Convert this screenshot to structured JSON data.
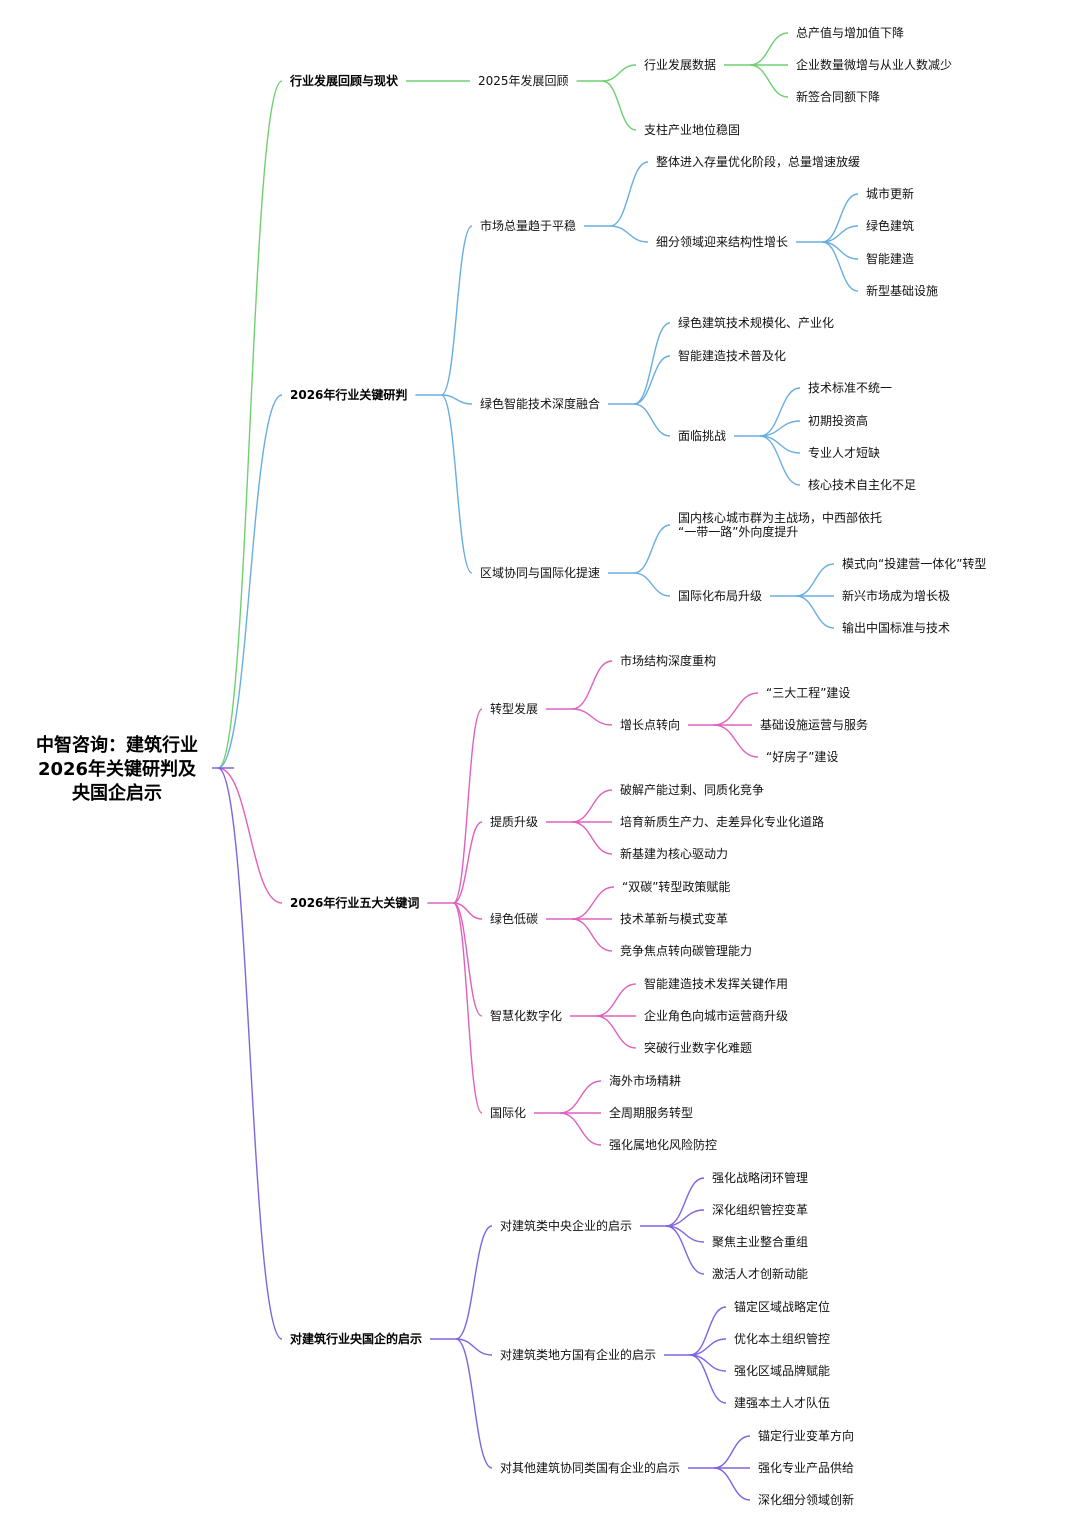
{
  "root": {
    "title_lines": [
      "中智咨询：建筑行业",
      "2026年关键研判及",
      "央国企启示"
    ]
  },
  "colors": {
    "green": "#6fd070",
    "blue": "#69aee0",
    "pink": "#e060c0",
    "purple": "#8064e0"
  },
  "branches": [
    {
      "label": "行业发展回顾与现状",
      "color": "green",
      "children": [
        {
          "label": "2025年发展回顾",
          "children": [
            {
              "label": "行业发展数据",
              "children": [
                {
                  "label": "总产值与增加值下降"
                },
                {
                  "label": "企业数量微增与从业人数减少"
                },
                {
                  "label": "新签合同额下降"
                }
              ]
            },
            {
              "label": "支柱产业地位稳固"
            }
          ]
        }
      ]
    },
    {
      "label": "2026年行业关键研判",
      "color": "blue",
      "children": [
        {
          "label": "市场总量趋于平稳",
          "children": [
            {
              "label": "整体进入存量优化阶段，总量增速放缓"
            },
            {
              "label": "细分领域迎来结构性增长",
              "children": [
                {
                  "label": "城市更新"
                },
                {
                  "label": "绿色建筑"
                },
                {
                  "label": "智能建造"
                },
                {
                  "label": "新型基础设施"
                }
              ]
            }
          ]
        },
        {
          "label": "绿色智能技术深度融合",
          "children": [
            {
              "label": "绿色建筑技术规模化、产业化"
            },
            {
              "label": "智能建造技术普及化"
            },
            {
              "label": "面临挑战",
              "children": [
                {
                  "label": "技术标准不统一"
                },
                {
                  "label": "初期投资高"
                },
                {
                  "label": "专业人才短缺"
                },
                {
                  "label": "核心技术自主化不足"
                }
              ]
            }
          ]
        },
        {
          "label": "区域协同与国际化提速",
          "children": [
            {
              "label": "国内核心城市群为主战场，中西部依托",
              "label2": "“一带一路”外向度提升"
            },
            {
              "label": "国际化布局升级",
              "children": [
                {
                  "label": "模式向“投建营一体化”转型"
                },
                {
                  "label": "新兴市场成为增长极"
                },
                {
                  "label": "输出中国标准与技术"
                }
              ]
            }
          ]
        }
      ]
    },
    {
      "label": "2026年行业五大关键词",
      "color": "pink",
      "children": [
        {
          "label": "转型发展",
          "children": [
            {
              "label": "市场结构深度重构"
            },
            {
              "label": "增长点转向",
              "children": [
                {
                  "label": "“三大工程”建设"
                },
                {
                  "label": "基础设施运营与服务"
                },
                {
                  "label": "“好房子”建设"
                }
              ]
            }
          ]
        },
        {
          "label": "提质升级",
          "children": [
            {
              "label": "破解产能过剩、同质化竞争"
            },
            {
              "label": "培育新质生产力、走差异化专业化道路"
            },
            {
              "label": "新基建为核心驱动力"
            }
          ]
        },
        {
          "label": "绿色低碳",
          "children": [
            {
              "label": "“双碳”转型政策赋能"
            },
            {
              "label": "技术革新与模式变革"
            },
            {
              "label": "竞争焦点转向碳管理能力"
            }
          ]
        },
        {
          "label": "智慧化数字化",
          "children": [
            {
              "label": "智能建造技术发挥关键作用"
            },
            {
              "label": "企业角色向城市运营商升级"
            },
            {
              "label": "突破行业数字化难题"
            }
          ]
        },
        {
          "label": "国际化",
          "children": [
            {
              "label": "海外市场精耕"
            },
            {
              "label": "全周期服务转型"
            },
            {
              "label": "强化属地化风险防控"
            }
          ]
        }
      ]
    },
    {
      "label": "对建筑行业央国企的启示",
      "color": "purple",
      "children": [
        {
          "label": "对建筑类中央企业的启示",
          "children": [
            {
              "label": "强化战略闭环管理"
            },
            {
              "label": "深化组织管控变革"
            },
            {
              "label": "聚焦主业整合重组"
            },
            {
              "label": "激活人才创新动能"
            }
          ]
        },
        {
          "label": "对建筑类地方国有企业的启示",
          "children": [
            {
              "label": "锚定区域战略定位"
            },
            {
              "label": "优化本土组织管控"
            },
            {
              "label": "强化区域品牌赋能"
            },
            {
              "label": "建强本土人才队伍"
            }
          ]
        },
        {
          "label": "对其他建筑协同类国有企业的启示",
          "children": [
            {
              "label": "锚定行业变革方向"
            },
            {
              "label": "强化专业产品供给"
            },
            {
              "label": "深化细分领域创新"
            }
          ]
        }
      ]
    }
  ]
}
